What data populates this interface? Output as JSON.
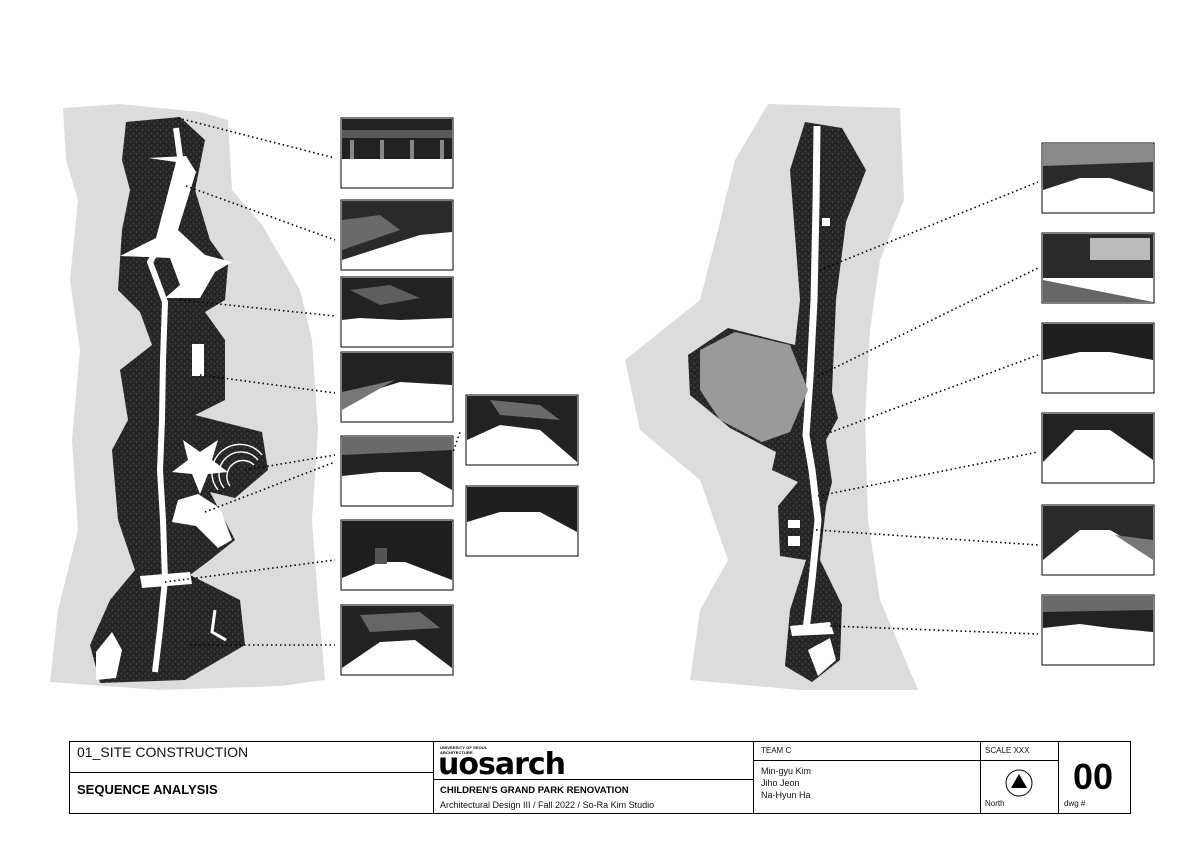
{
  "title_block": {
    "section": "01_SITE CONSTRUCTION",
    "sheet_title": "SEQUENCE ANALYSIS",
    "logo_small": "UNIVERSITY OF SEOUL ARCHITECTURE",
    "logo_word": "uosarch",
    "project": "CHILDREN'S GRAND PARK RENOVATION",
    "course": "Architectural Design III / Fall 2022 / So-Ra Kim Studio",
    "team_label": "TEAM C",
    "members": [
      "Min-gyu Kim",
      "Jiho Jeon",
      "Na-Hyun Ha"
    ],
    "scale": "SCALE XXX",
    "north": "North",
    "dwg_label": "dwg #",
    "dwg_number": "00"
  },
  "colors": {
    "paper": "#dcdcdc",
    "site_dark": "#262626",
    "path": "#ffffff",
    "ink": "#000000"
  }
}
